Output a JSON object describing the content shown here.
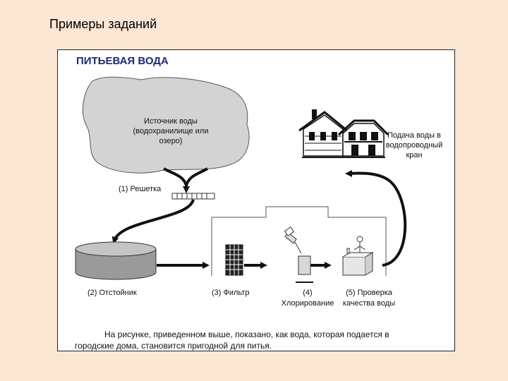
{
  "slide": {
    "title": "Примеры заданий"
  },
  "figure": {
    "heading": "ПИТЬЕВАЯ ВОДА",
    "source_label": [
      "Источник воды",
      "(водохранилище или",
      "озеро)"
    ],
    "house_label": [
      "Подача воды в",
      "водопроводный",
      "кран"
    ],
    "step1_label": "(1) Решетка",
    "step2_label": "(2) Отстойник",
    "step3_label": "(3) Фильтр",
    "step4_label": [
      "(4)",
      "Хлорирование"
    ],
    "step5_label": [
      "(5) Проверка",
      "качества воды"
    ],
    "caption": [
      "На рисунке, приведенном выше, показано, как вода, которая подается в",
      "городские дома, становится пригодной для питья."
    ],
    "colors": {
      "heading": "#1f2a78",
      "cloud": "#d3d3d3",
      "tank": "#9a9a9a",
      "arrow": "#111111"
    }
  }
}
